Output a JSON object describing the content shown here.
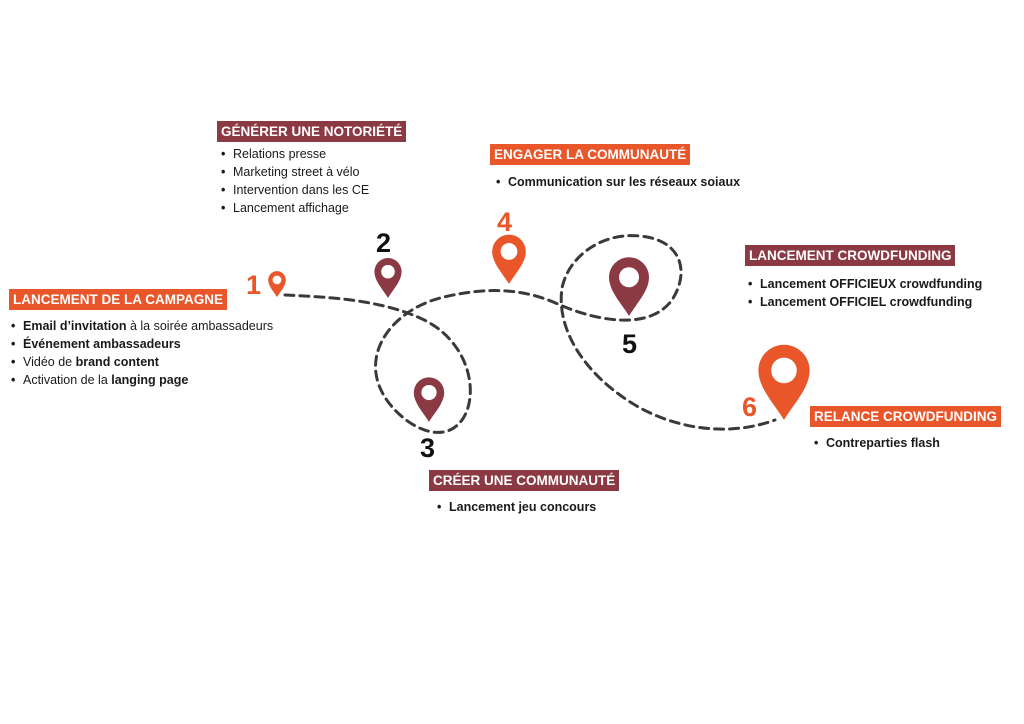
{
  "colors": {
    "maroon": "#8b3a44",
    "orange": "#e8562a",
    "path": "#3a3a3a",
    "text": "#1a1a1a"
  },
  "steps": [
    {
      "number": "1",
      "title": "LANCEMENT DE LA CAMPAGNE",
      "color": "orange",
      "marker_icon": "map-pin-icon",
      "items": [
        [
          {
            "text": "Email d’invitation",
            "bold": true
          },
          {
            "text": " à la soirée ambassadeurs",
            "bold": false
          }
        ],
        [
          {
            "text": "Événement ambassadeurs",
            "bold": true
          }
        ],
        [
          {
            "text": "Vidéo de ",
            "bold": false
          },
          {
            "text": "brand content",
            "bold": true
          }
        ],
        [
          {
            "text": "Activation de la ",
            "bold": false
          },
          {
            "text": "langing page",
            "bold": true
          }
        ]
      ]
    },
    {
      "number": "2",
      "title": "GÉNÉRER UNE NOTORIÉTÉ",
      "color": "maroon",
      "marker_icon": "map-pin-icon",
      "items": [
        "Relations presse",
        "Marketing street à vélo",
        "Intervention dans les CE",
        "Lancement affichage"
      ]
    },
    {
      "number": "3",
      "title": "CRÉER UNE COMMUNAUTÉ",
      "color": "maroon",
      "marker_icon": "map-pin-icon",
      "items": [
        "Lancement jeu concours"
      ]
    },
    {
      "number": "4",
      "title": "ENGAGER LA COMMUNAUTÉ",
      "color": "orange",
      "marker_icon": "map-pin-icon",
      "items": [
        "Communication sur les réseaux soiaux"
      ]
    },
    {
      "number": "5",
      "title": "LANCEMENT CROWDFUNDING",
      "color": "maroon",
      "marker_icon": "map-pin-icon",
      "items": [
        "Lancement OFFICIEUX crowdfunding",
        "Lancement OFFICIEL crowdfunding"
      ]
    },
    {
      "number": "6",
      "title": "RELANCE CROWDFUNDING",
      "color": "orange",
      "marker_icon": "map-pin-icon",
      "items": [
        "Contreparties flash"
      ]
    }
  ]
}
